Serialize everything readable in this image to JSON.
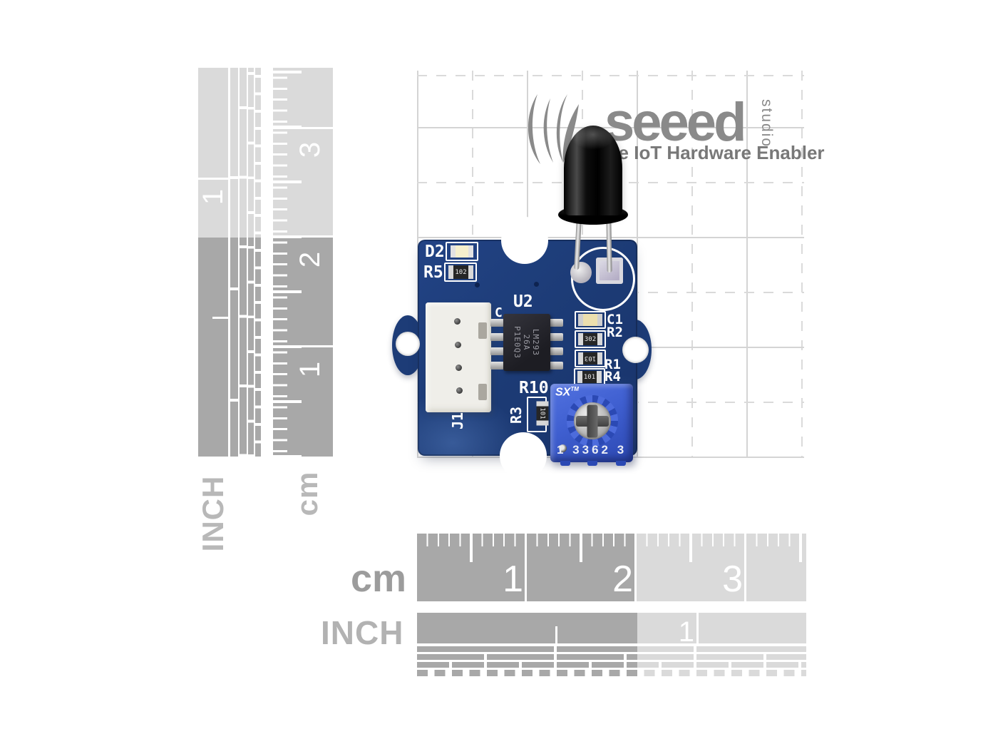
{
  "logo": {
    "wordmark": "seeed",
    "studio": "studio",
    "tagline": "the IoT Hardware Enabler"
  },
  "rulers": {
    "side_inch": {
      "unit": "INCH",
      "n1": "1"
    },
    "side_cm": {
      "unit": "cm",
      "n1": "1",
      "n2": "2",
      "n3": "3"
    },
    "bottom_cm": {
      "unit": "cm",
      "n1": "1",
      "n2": "2",
      "n3": "3"
    },
    "bottom_inch": {
      "unit": "INCH",
      "n1": "1"
    }
  },
  "pcb": {
    "silkscreen": {
      "d2": "D2",
      "r5": "R5",
      "u2": "U2",
      "c": "C",
      "c1": "C1",
      "r2": "R2",
      "r1": "R1",
      "r4": "R4",
      "r10": "R10",
      "r3": "R3",
      "j1": "J1"
    },
    "smd_values": {
      "r5": "102",
      "r2": "302",
      "r_mid": "103",
      "r_low": "101",
      "r3": "101"
    },
    "ic_marking": {
      "line1": "LM293",
      "line2": "26A",
      "line3": "P1E0Q3"
    },
    "pot": {
      "brand": "SX",
      "tm": "TM",
      "code": "1 3362 3"
    }
  },
  "colors": {
    "pcb_blue": "#1d3c77",
    "pot_blue": "#3f5fd0",
    "ruler_dark": "#a8a8a8",
    "ruler_light": "#dadada",
    "logo_gray": "#8a8a8a",
    "grid_line": "#d4d4d4"
  }
}
